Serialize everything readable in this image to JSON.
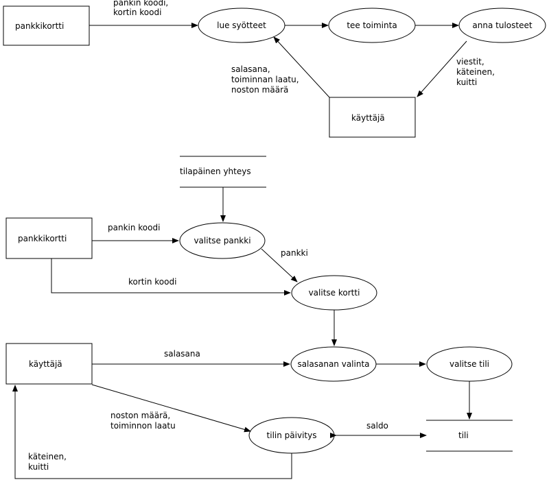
{
  "top": {
    "entity_bank_card": "pankkikortti",
    "entity_user": "käyttäjä",
    "process_read_inputs": "lue syötteet",
    "process_do_action": "tee toiminta",
    "process_give_outputs": "anna tulosteet",
    "flow_card_to_read": [
      "pankin koodi,",
      "kortin koodi"
    ],
    "flow_user_to_read": [
      "salasana,",
      "toiminnan laatu,",
      "noston määrä"
    ],
    "flow_outputs_to_user": [
      "viestit,",
      "käteinen,",
      "kuitti"
    ]
  },
  "bottom": {
    "store_temp_connection": "tilapäinen yhteys",
    "store_account": "tili",
    "entity_bank_card": "pankkikortti",
    "entity_user": "käyttäjä",
    "process_select_bank": "valitse pankki",
    "process_select_card": "valitse kortti",
    "process_password_check": "salasanan valinta",
    "process_select_account": "valitse tili",
    "process_account_update": "tilin päivitys",
    "flow_bank_code": "pankin koodi",
    "flow_bank": "pankki",
    "flow_card_code": "kortin koodi",
    "flow_password": "salasana",
    "flow_withdrawal": [
      "noston määrä,",
      "toiminnon laatu"
    ],
    "flow_balance": "saldo",
    "flow_cash_receipt": [
      "käteinen,",
      "kuitti"
    ]
  }
}
